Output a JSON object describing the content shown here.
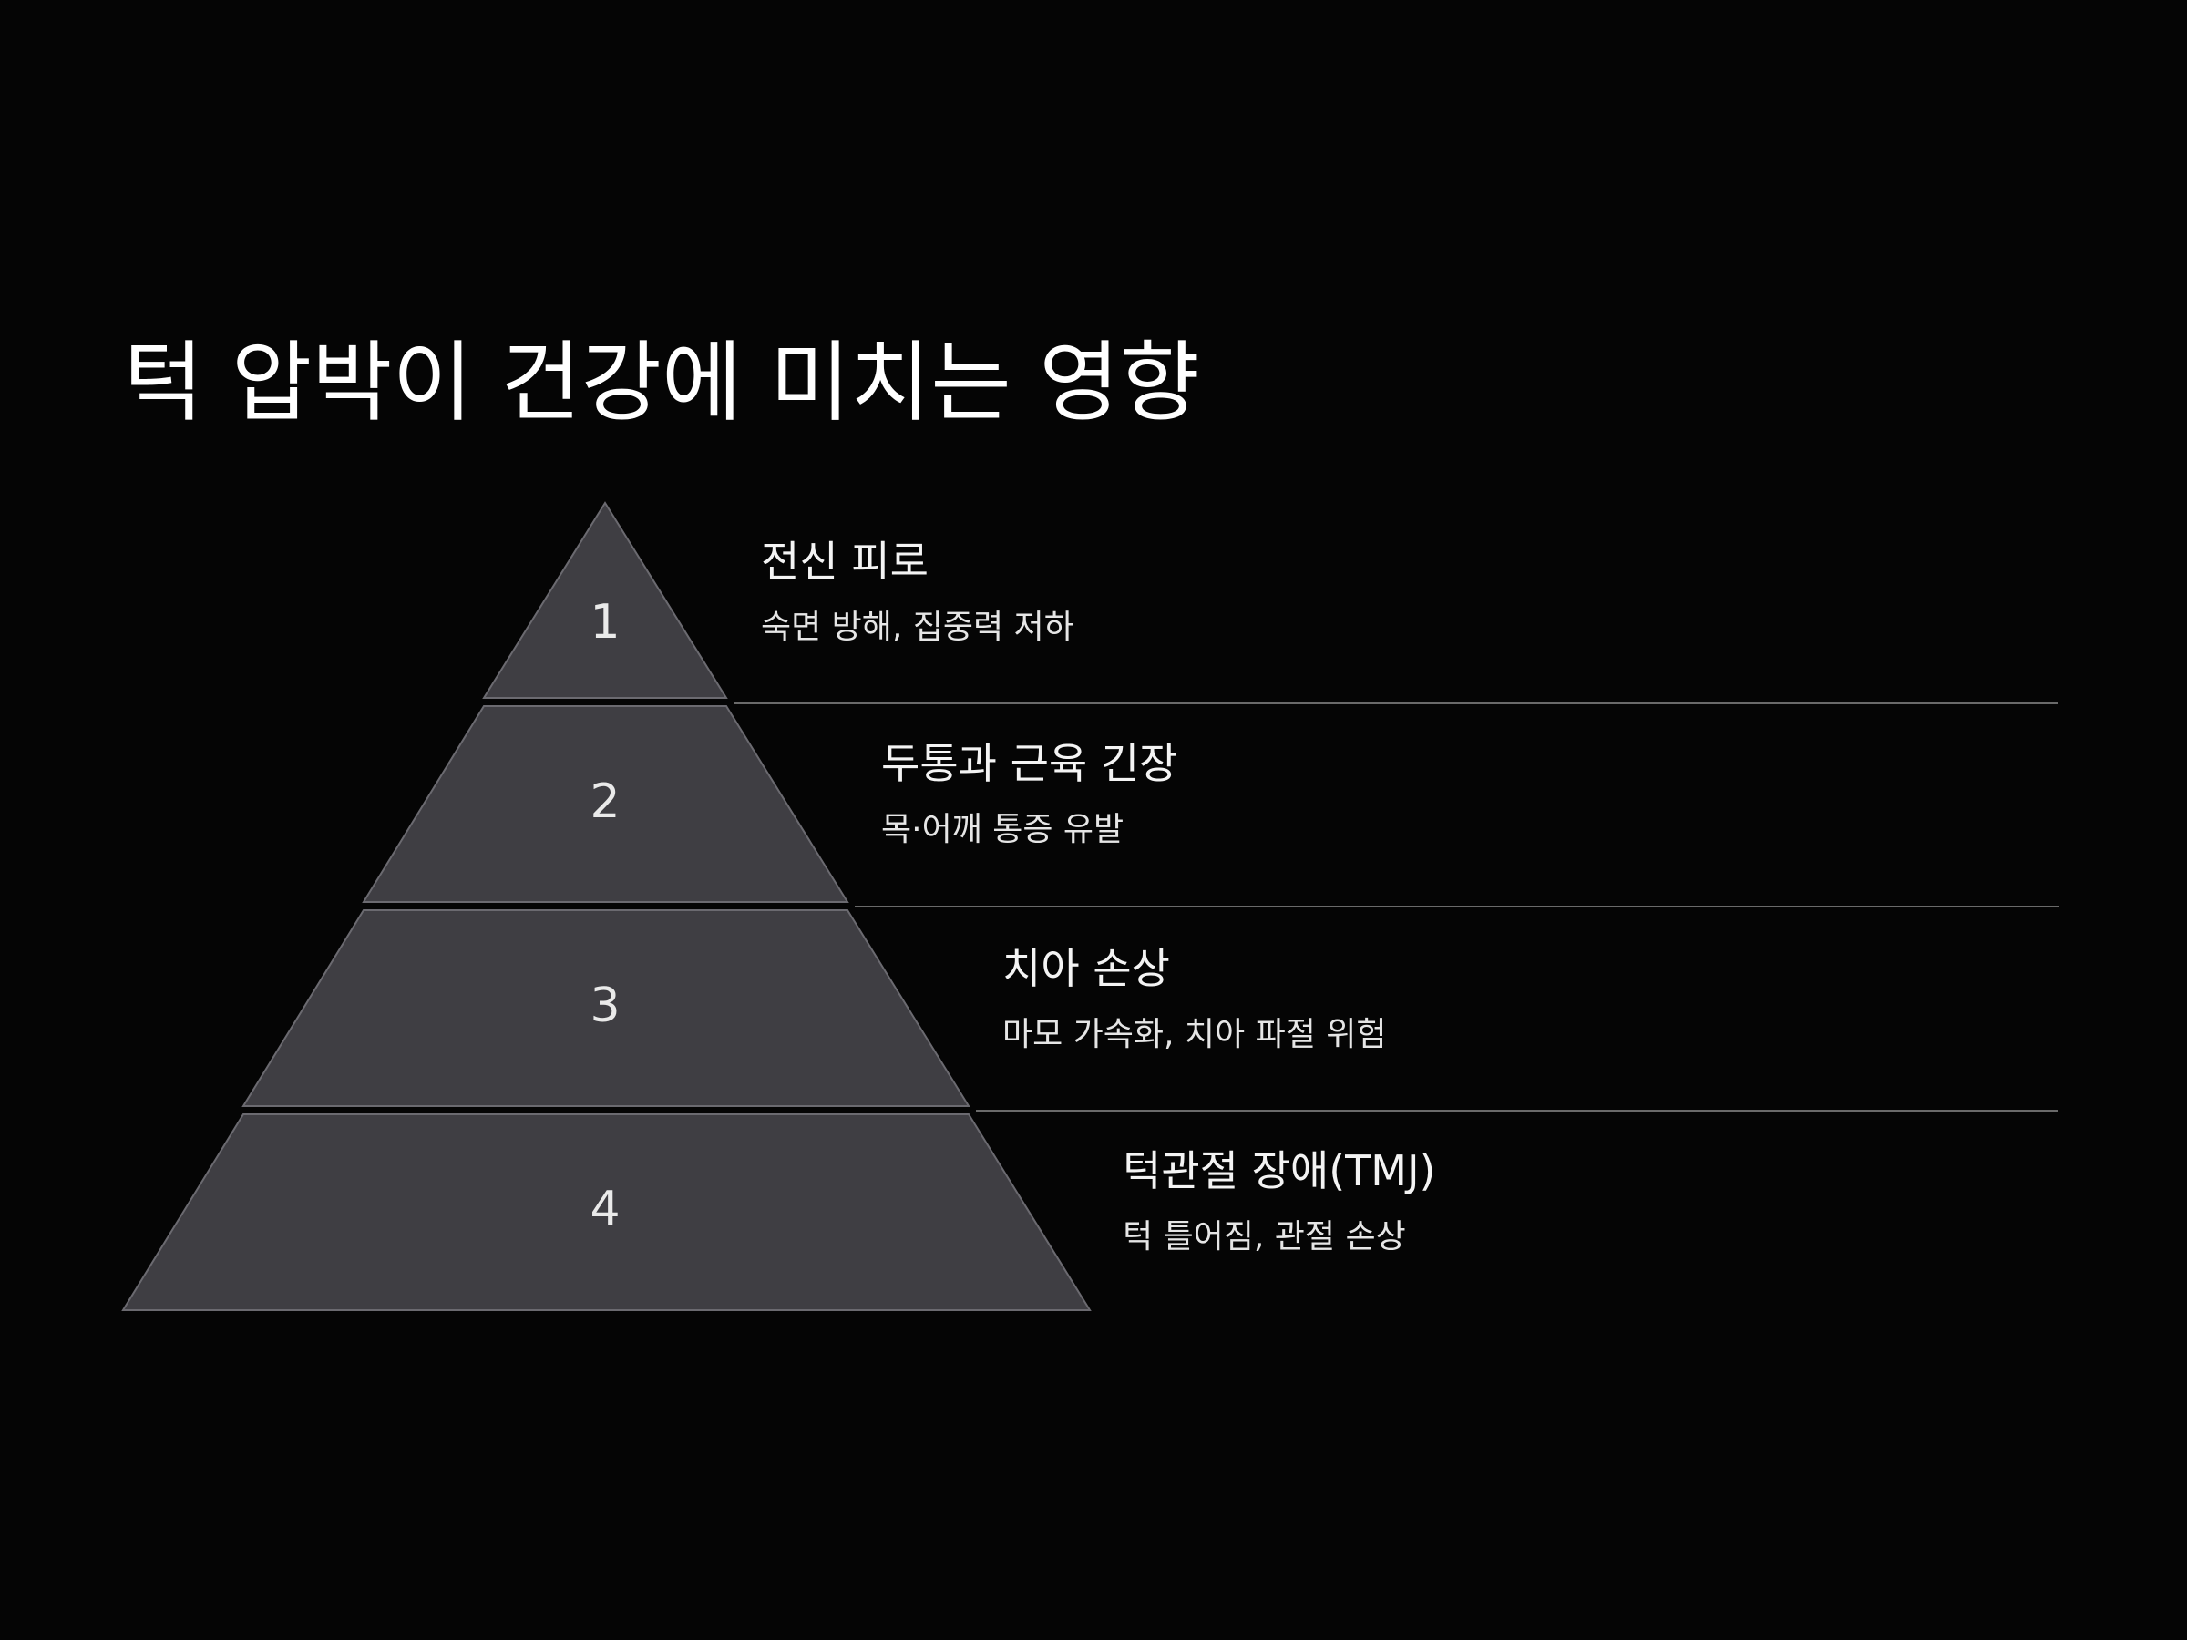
{
  "title": "턱 압박이 건강에 미치는 영향",
  "levels": [
    {
      "number": "1",
      "heading": "전신 피로",
      "description": "숙면 방해, 집중력 저하"
    },
    {
      "number": "2",
      "heading": "두통과 근육 긴장",
      "description": "목·어깨 통증 유발"
    },
    {
      "number": "3",
      "heading": "치아 손상",
      "description": "마모 가속화, 치아 파절 위험"
    },
    {
      "number": "4",
      "heading": "턱관절 장애(TMJ)",
      "description": "턱 틀어짐, 관절 손상"
    }
  ],
  "colors": {
    "background": "#050505",
    "segment_fill": "#3f3e43",
    "segment_stroke": "#6b6a70",
    "divider": "#6a6a6a",
    "text": "#f2f2f2"
  }
}
